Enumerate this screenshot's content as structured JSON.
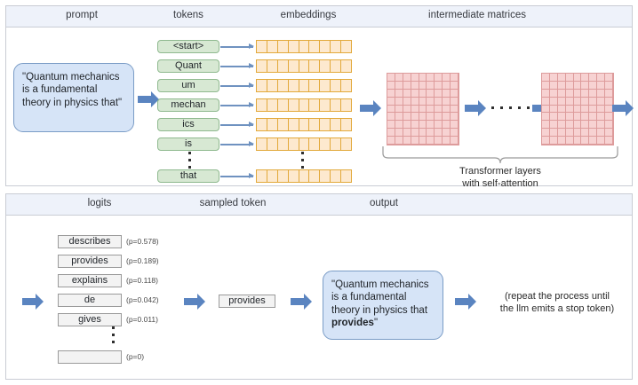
{
  "top_section": {
    "headers": [
      {
        "label": "prompt"
      },
      {
        "label": "tokens"
      },
      {
        "label": "embeddings"
      },
      {
        "label": "intermediate matrices"
      }
    ],
    "prompt_text": "\"Quantum mechanics is a fundamental theory in physics that\"",
    "tokens": [
      "<start>",
      "Quant",
      "um",
      "mechan",
      "ics",
      "is",
      "that"
    ],
    "embedding_cells_per_row": 9,
    "embedding_rows": 7,
    "matrix_grid": {
      "rows": 9,
      "cols": 9
    },
    "matrix_count": 2,
    "between_matrices_dots": 5,
    "brace_caption_line1": "Transformer layers",
    "brace_caption_line2": "with self-attention"
  },
  "bottom_section": {
    "headers": [
      {
        "label": "logits"
      },
      {
        "label": "sampled token"
      },
      {
        "label": "output"
      }
    ],
    "logits": [
      {
        "token": "describes",
        "prob": "(p=0.578)"
      },
      {
        "token": "provides",
        "prob": "(p=0.189)"
      },
      {
        "token": "explains",
        "prob": "(p=0.118)"
      },
      {
        "token": "de",
        "prob": "(p=0.042)"
      },
      {
        "token": "gives",
        "prob": "(p=0.011)"
      },
      {
        "token": "",
        "prob": "(p=0)"
      }
    ],
    "sampled_token": "provides",
    "output_text_prefix": "\"Quantum mechanics is a fundamental theory in physics that ",
    "output_text_bold": "provides",
    "output_text_suffix": "\"",
    "repeat_note_line1": "(repeat the process until",
    "repeat_note_line2": "the llm emits a stop token)"
  },
  "colors": {
    "panel_border": "#c9ccd4",
    "header_band": "#eef2fa",
    "prompt_fill": "#d6e4f7",
    "prompt_border": "#7a9cc6",
    "token_fill": "#d7e8d3",
    "token_border": "#8fb98f",
    "embedding_fill": "#fde9cf",
    "embedding_border": "#e2a93b",
    "matrix_fill": "#f7d2d2",
    "matrix_border": "#dd9b9b",
    "arrow_blue": "#5a84c0",
    "logit_fill": "#f3f3f3",
    "logit_border": "#9a9a9a"
  }
}
